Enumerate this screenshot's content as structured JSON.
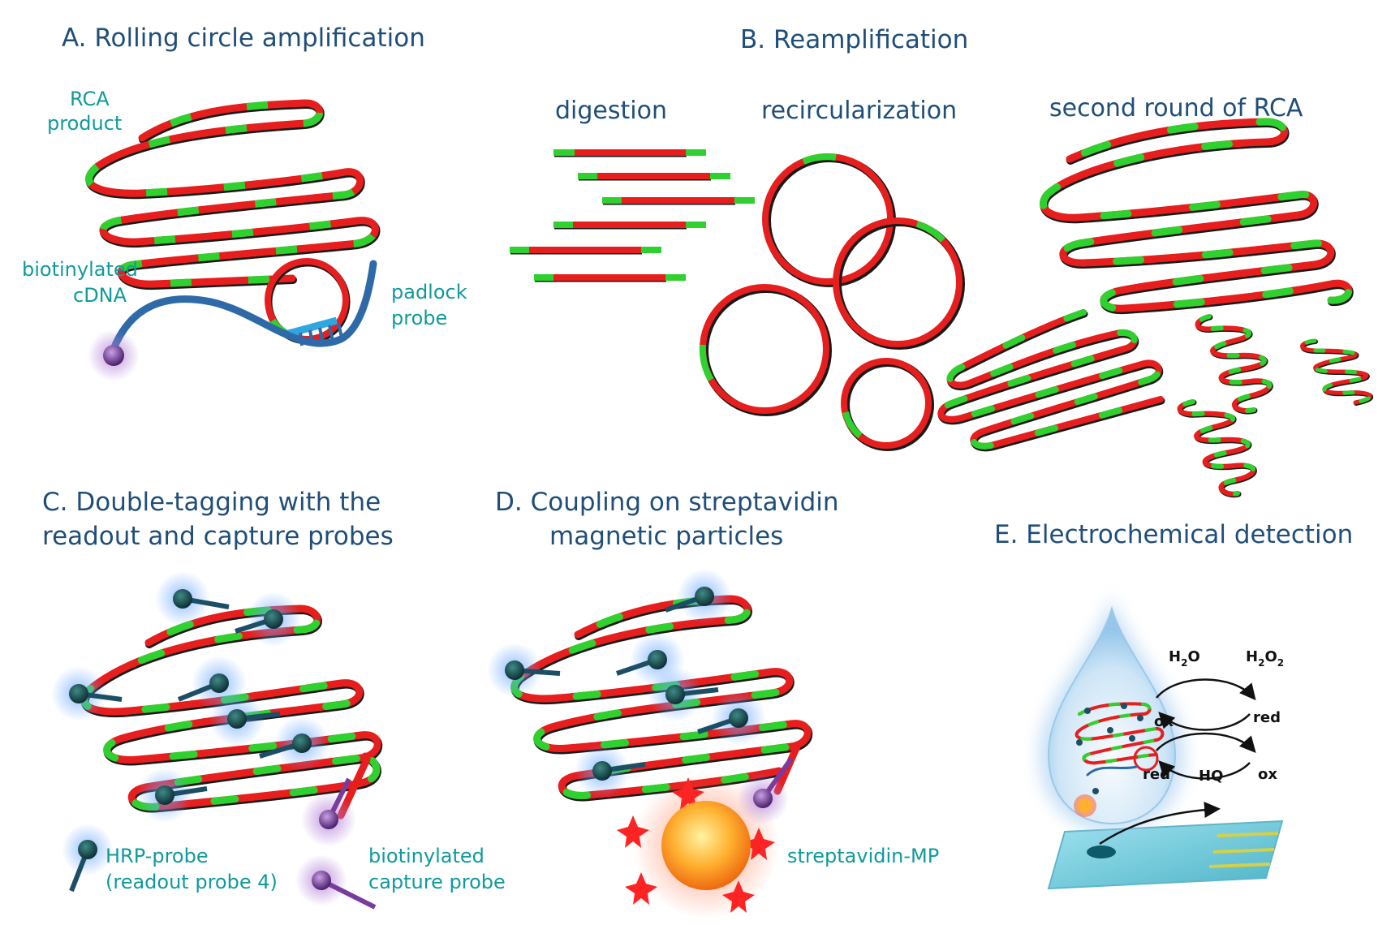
{
  "panels": {
    "a": {
      "title": "A. Rolling circle amplification",
      "labels": {
        "rca_product": [
          "RCA",
          "product"
        ],
        "cdna": [
          "biotinylated",
          "cDNA"
        ],
        "padlock": [
          "padlock",
          "probe"
        ]
      }
    },
    "b": {
      "title": "B. Reamplification",
      "steps": {
        "digestion": "digestion",
        "recirc": "recircularization",
        "second": "second round of RCA"
      }
    },
    "c": {
      "title": [
        "C. Double-tagging with the",
        "readout and capture probes"
      ],
      "legend": {
        "hrp": [
          "HRP-probe",
          "(readout probe 4)"
        ],
        "capture": [
          "biotinylated",
          "capture probe"
        ]
      }
    },
    "d": {
      "title": [
        "D. Coupling on streptavidin",
        "magnetic particles"
      ],
      "labels": {
        "mp": "streptavidin-MP"
      }
    },
    "e": {
      "title": "E. Electrochemical detection",
      "chem": {
        "h2o": "H",
        "h2o_sub": "2",
        "h2o_tail": "O",
        "h2o2": "H",
        "h2o2_sub1": "2",
        "h2o2_mid": "O",
        "h2o2_sub2": "2",
        "ox1": "ox",
        "red1": "red",
        "red2": "red",
        "hq": "HQ",
        "ox2": "ox"
      }
    }
  },
  "colors": {
    "strand": "#e61e1e",
    "tag": "#2ed12e",
    "title": "#1f4e79",
    "label": "#119a9a",
    "probe": "#1c4f66",
    "cdna": "#2e6aa8",
    "biotin": "#7a3c9c"
  }
}
